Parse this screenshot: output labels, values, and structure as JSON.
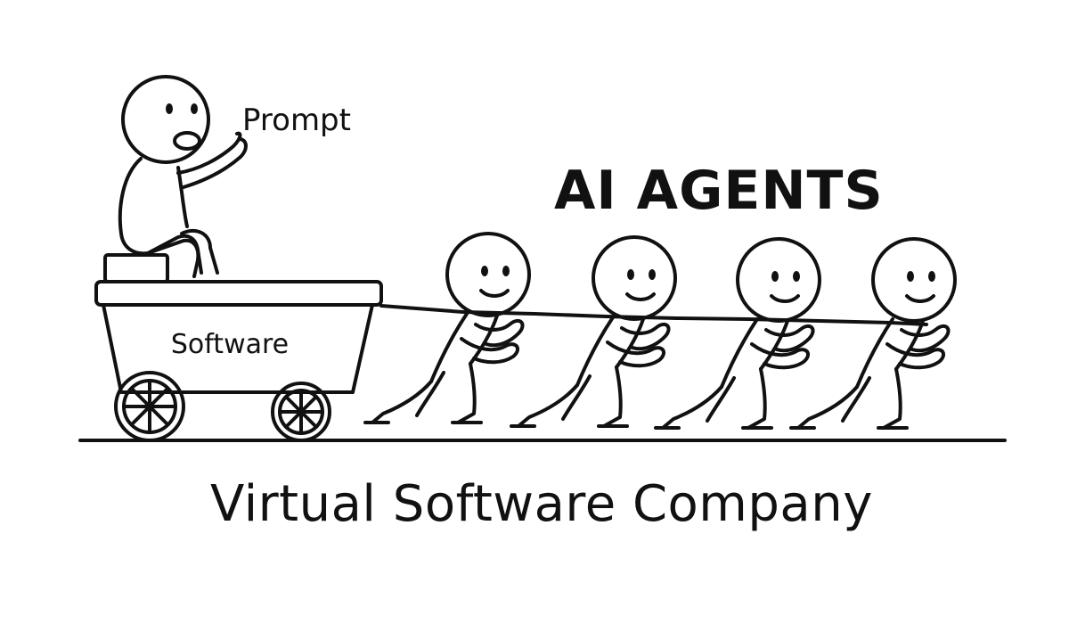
{
  "labels": {
    "prompt": "Prompt",
    "cart": "Software",
    "agents_title": "AI AGENTS",
    "company_title": "Virtual Software Company"
  },
  "figures": {
    "operator": "person-sitting-on-cart",
    "agents": [
      "agent-1",
      "agent-2",
      "agent-3",
      "agent-4"
    ]
  },
  "colors": {
    "ink": "#111111",
    "background": "#ffffff"
  }
}
